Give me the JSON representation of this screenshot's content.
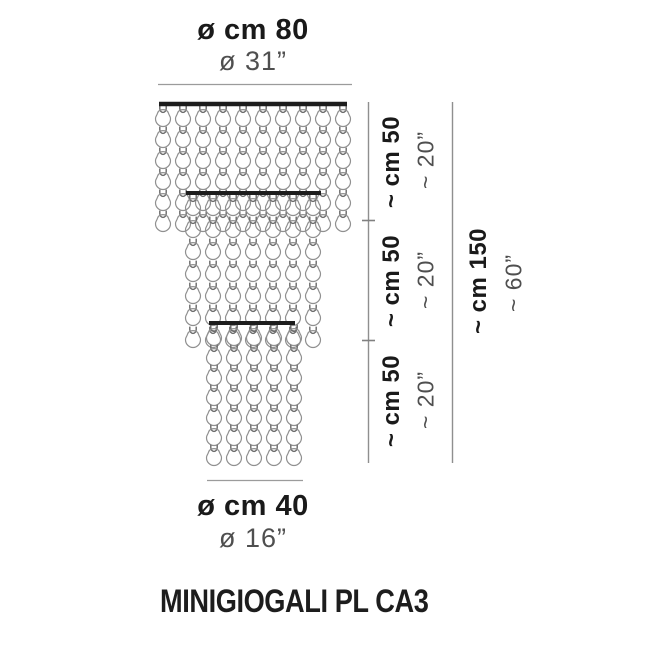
{
  "product": {
    "name": "MINIGIOGALI PL CA3"
  },
  "dimensions": {
    "top_diameter": {
      "metric": "ø cm 80",
      "imperial": "ø 31”"
    },
    "bottom_diameter": {
      "metric": "ø cm 40",
      "imperial": "ø 16”"
    },
    "tier_heights": [
      {
        "metric": "~ cm 50",
        "imperial": "~ 20”"
      },
      {
        "metric": "~ cm 50",
        "imperial": "~ 20”"
      },
      {
        "metric": "~ cm 50",
        "imperial": "~ 20”"
      }
    ],
    "total_height": {
      "metric": "~ cm 150",
      "imperial": "~ 60”"
    }
  },
  "colors": {
    "ink": "#1a1a1a",
    "muted_text": "#4f4f4f",
    "dimension_line": "#9b9b9b",
    "mount_bar": "#1d1d1d",
    "glass_hook": "#8f8f8f"
  }
}
